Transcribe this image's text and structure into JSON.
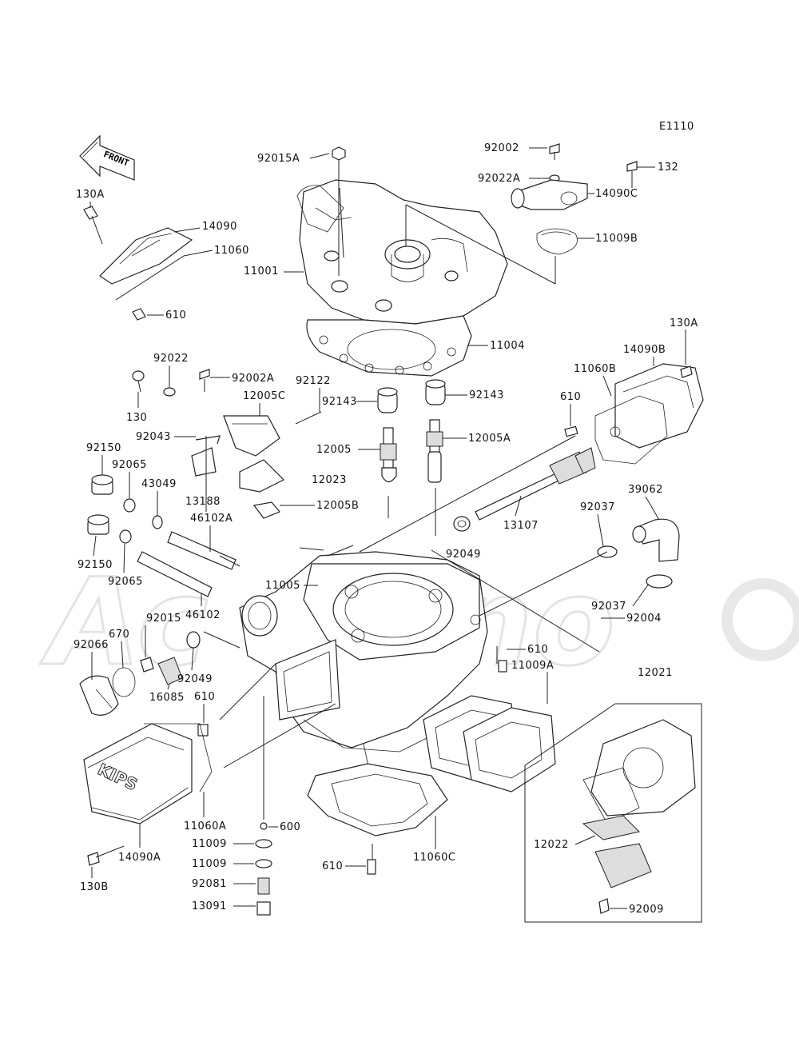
{
  "diagram_code": "E1110",
  "front_arrow": "FRONT",
  "cover_emblem": "KIPS",
  "parts": [
    {
      "id": "92015A"
    },
    {
      "id": "92002"
    },
    {
      "id": "92022A"
    },
    {
      "id": "132"
    },
    {
      "id": "14090C"
    },
    {
      "id": "11009B"
    },
    {
      "id": "130A"
    },
    {
      "id": "14090"
    },
    {
      "id": "11060"
    },
    {
      "id": "11001"
    },
    {
      "id": "610"
    },
    {
      "id": "11004"
    },
    {
      "id": "130A"
    },
    {
      "id": "14090B"
    },
    {
      "id": "11060B"
    },
    {
      "id": "92022"
    },
    {
      "id": "92002A"
    },
    {
      "id": "92122"
    },
    {
      "id": "92143"
    },
    {
      "id": "92143"
    },
    {
      "id": "610"
    },
    {
      "id": "130"
    },
    {
      "id": "12005C"
    },
    {
      "id": "92043"
    },
    {
      "id": "12005"
    },
    {
      "id": "12005A"
    },
    {
      "id": "92150"
    },
    {
      "id": "92065"
    },
    {
      "id": "43049"
    },
    {
      "id": "12023"
    },
    {
      "id": "13188"
    },
    {
      "id": "12005B"
    },
    {
      "id": "39062"
    },
    {
      "id": "92037"
    },
    {
      "id": "13107"
    },
    {
      "id": "46102A"
    },
    {
      "id": "92150"
    },
    {
      "id": "92065"
    },
    {
      "id": "92049"
    },
    {
      "id": "11005"
    },
    {
      "id": "92037"
    },
    {
      "id": "46102"
    },
    {
      "id": "92004"
    },
    {
      "id": "92015"
    },
    {
      "id": "670"
    },
    {
      "id": "92066"
    },
    {
      "id": "92049"
    },
    {
      "id": "610"
    },
    {
      "id": "11009A"
    },
    {
      "id": "12021"
    },
    {
      "id": "16085"
    },
    {
      "id": "610"
    },
    {
      "id": "11060A"
    },
    {
      "id": "600"
    },
    {
      "id": "11009"
    },
    {
      "id": "11009"
    },
    {
      "id": "14090A"
    },
    {
      "id": "12022"
    },
    {
      "id": "11060C"
    },
    {
      "id": "610"
    },
    {
      "id": "92081"
    },
    {
      "id": "130B"
    },
    {
      "id": "13091"
    },
    {
      "id": "92009"
    }
  ]
}
